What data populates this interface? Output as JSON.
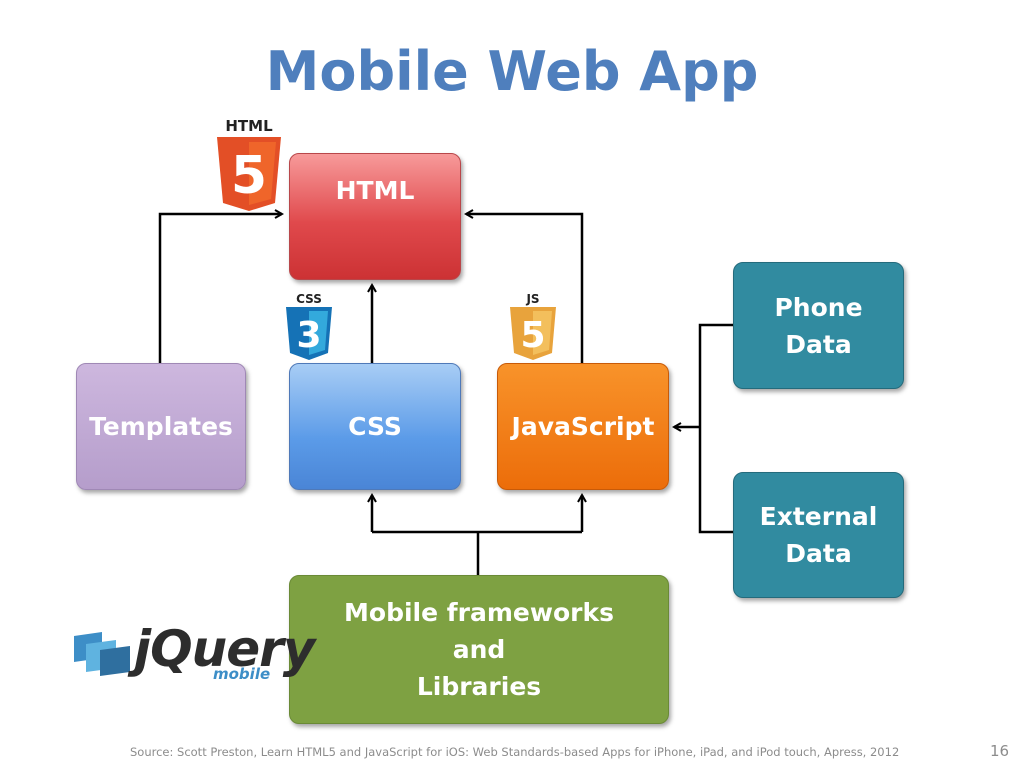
{
  "slide": {
    "title": "Mobile Web App",
    "source": "Source: Scott Preston, Learn HTML5 and JavaScript for iOS: Web Standards-based Apps for iPhone, iPad, and iPod touch, Apress, 2012",
    "page_number": "16"
  },
  "boxes": {
    "html": "HTML",
    "templates": "Templates",
    "css": "CSS",
    "javascript": "JavaScript",
    "phone_data": "Phone\nData",
    "external_data": "External\nData",
    "frameworks": "Mobile frameworks\nand\nLibraries"
  },
  "logos": {
    "html5_label": "HTML",
    "html5_glyph": "5",
    "css3_label": "CSS",
    "css3_glyph": "3",
    "js_label": "JS",
    "js_glyph": "5",
    "jquery_text": "jQuery",
    "jquery_sub": "mobile"
  },
  "colors": {
    "title": "#4f7fbd",
    "html_box": "#e0494c",
    "templates_box": "#b59dcb",
    "css_box": "#5b9be8",
    "js_box": "#ec6d0a",
    "data_box": "#318ba0",
    "frameworks_box": "#7ea142"
  }
}
